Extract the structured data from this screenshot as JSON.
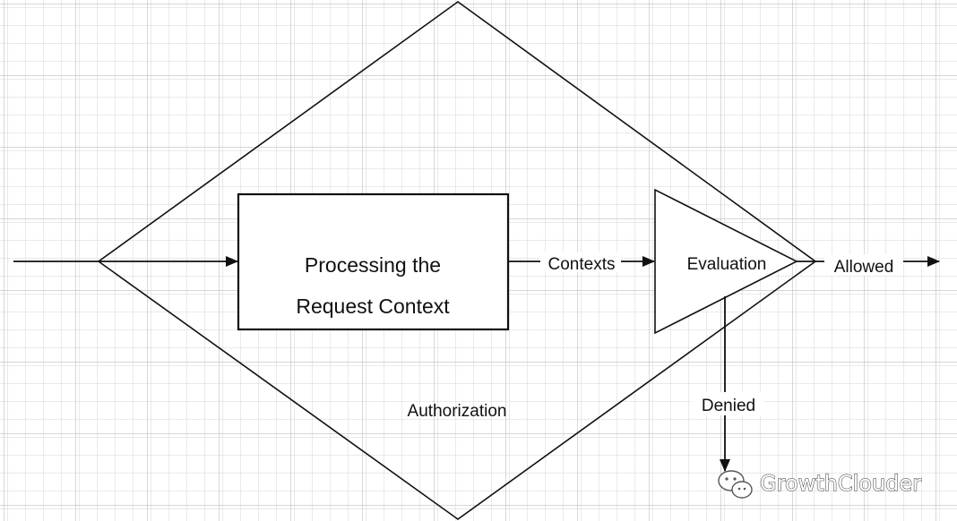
{
  "diagram": {
    "process_box": {
      "line1": "Processing the",
      "line2": "Request Context"
    },
    "evaluation_label": "Evaluation",
    "contexts_label": "Contexts",
    "allowed_label": "Allowed",
    "denied_label": "Denied",
    "authorization_label": "Authorization"
  },
  "watermark": {
    "text": "GrowthClouder",
    "icon": "wechat-icon"
  },
  "colors": {
    "stroke": "#111111",
    "grid_minor": "#d4d4d4",
    "grid_major": "#bbbbbb",
    "background": "#ffffff"
  }
}
